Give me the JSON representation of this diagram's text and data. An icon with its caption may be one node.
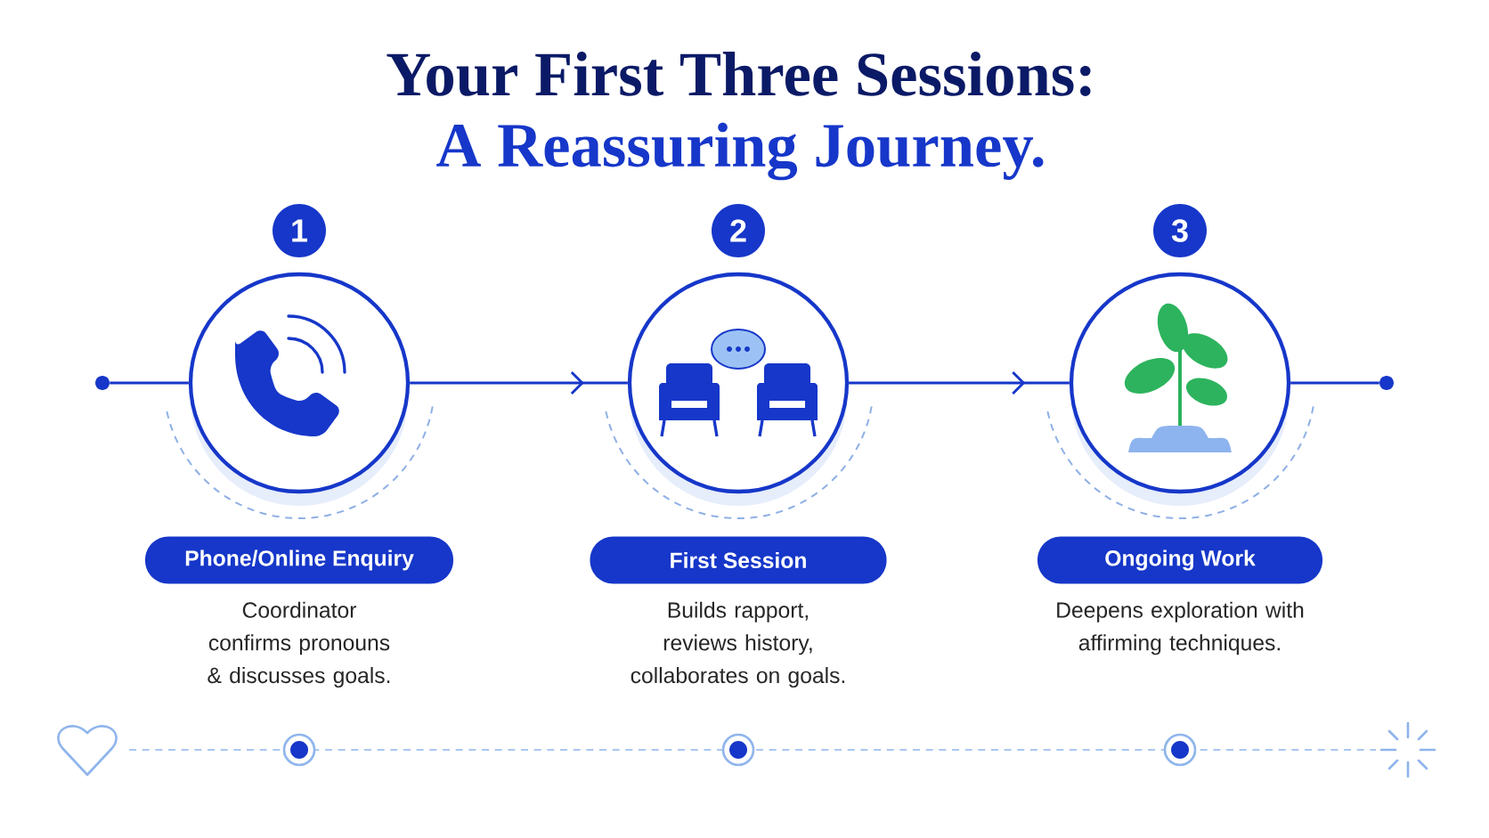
{
  "diagram": {
    "title": "Your First Three Sessions:",
    "nodes": [
      {
        "text": [],
        "shape": "circle"
      },
      {
        "text": [
          "1"
        ]
      },
      {
        "text": [],
        "shape": "circle"
      },
      {
        "text": [
          "Phone/Online Enquiry"
        ],
        "beside": [
          "Coordinator confirms pronouns & discusses goals."
        ]
      },
      {
        "text": [
          "2"
        ]
      },
      {
        "text": [],
        "shape": "circle"
      },
      {
        "text": [
          "First Session"
        ],
        "beside": [
          "Builds rapport, reviews history, collaborates on goals."
        ]
      },
      {
        "text": [
          "3"
        ]
      },
      {
        "text": [],
        "shape": "circle"
      },
      {
        "text": [
          "Ongoing Work"
        ],
        "beside": [
          "Deepens exploration with affirming techniques."
        ]
      },
      {
        "text": [],
        "shape": "circle"
      }
    ],
    "edges": [
      {
        "from": 0,
        "to": 2,
        "arrow": "none"
      },
      {
        "from": 2,
        "to": 5,
        "arrow": "to"
      },
      {
        "from": 5,
        "to": 8,
        "arrow": "to"
      },
      {
        "from": 8,
        "to": 10,
        "arrow": "none"
      }
    ],
    "labels": [
      "A Reassuring Journey."
    ]
  }
}
